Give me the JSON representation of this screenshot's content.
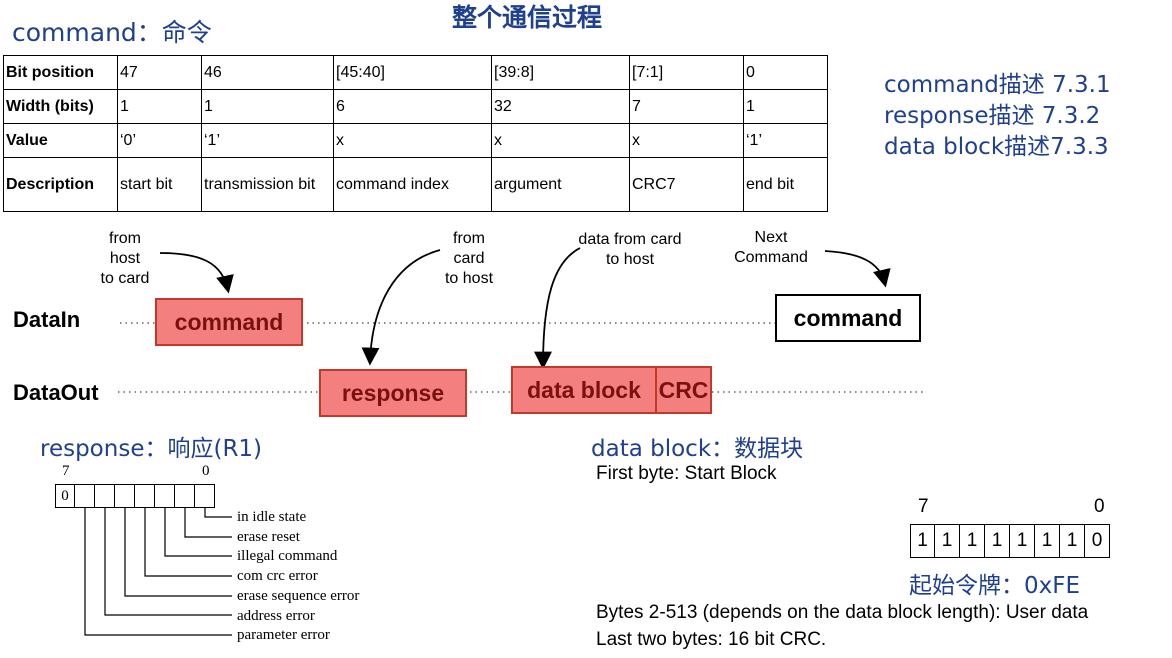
{
  "page": {
    "title": "整个通信过程",
    "command_heading": "command：命令",
    "desc_links": [
      "command描述 7.3.1",
      "response描述 7.3.2",
      "data block描述7.3.3"
    ]
  },
  "command_table": {
    "rows": [
      {
        "header": "Bit position",
        "cells": [
          "47",
          "46",
          "[45:40]",
          "[39:8]",
          "[7:1]",
          "0"
        ]
      },
      {
        "header": "Width (bits)",
        "cells": [
          "1",
          "1",
          "6",
          "32",
          "7",
          "1"
        ]
      },
      {
        "header": "Value",
        "cells": [
          "‘0’",
          "‘1’",
          "x",
          "x",
          "x",
          "‘1’"
        ]
      },
      {
        "header": "Description",
        "cells": [
          "start bit",
          "transmission bit",
          "command index",
          "argument",
          "CRC7",
          "end bit"
        ]
      }
    ]
  },
  "timing": {
    "notes": {
      "host_to_card": [
        "from",
        "host",
        "to card"
      ],
      "card_to_host": [
        "from",
        "card",
        "to host"
      ],
      "data_card_to_host": [
        "data from card",
        "to host"
      ],
      "next_command": [
        "Next",
        "Command"
      ]
    },
    "signals": {
      "data_in": "DataIn",
      "data_out": "DataOut"
    },
    "boxes": {
      "command": "command",
      "response": "response",
      "data_block": "data block",
      "crc": "CRC",
      "next_command": "command"
    },
    "colors": {
      "pink_fill": "#f47f7f",
      "pink_border": "#c0392b"
    }
  },
  "response": {
    "heading": "response：响应(R1)",
    "bit_high": "7",
    "bit_low": "0",
    "first_bit_value": "0",
    "flags": [
      "in idle state",
      "erase reset",
      "illegal command",
      "com crc error",
      "erase sequence error",
      "address error",
      "parameter error"
    ]
  },
  "data_block": {
    "heading": "data block：数据块",
    "first_byte": "First byte: Start Block",
    "bit_high": "7",
    "bit_low": "0",
    "token_bits": [
      "1",
      "1",
      "1",
      "1",
      "1",
      "1",
      "1",
      "0"
    ],
    "token_caption": "起始令牌：0xFE",
    "bytes_line": "Bytes 2-513 (depends on the data block length): User data",
    "last_line": "Last two bytes: 16 bit CRC."
  }
}
